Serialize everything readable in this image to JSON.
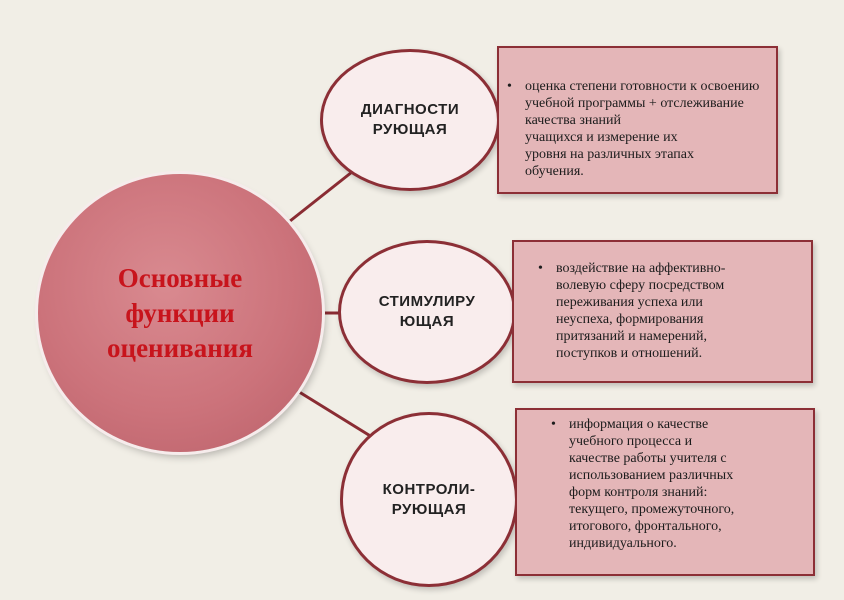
{
  "colors": {
    "background": "#f1eee6",
    "main_circle_fill": "#cc737b",
    "main_title": "#c8141c",
    "small_circle_fill": "#f9eded",
    "border": "#8c2f36",
    "box_fill": "#e4b6b8",
    "connector": "#8a2c33"
  },
  "main": {
    "title": "Основные функции оценивания"
  },
  "functions": [
    {
      "label": "ДИАГНОСТИ\nРУЮЩАЯ",
      "description": "оценка степени готовности к освоению учебной программы + отслеживание качества знаний\nучащихся и  измерение  их\nуровня  на различных этапах\nобучения."
    },
    {
      "label": "СТИМУЛИРУ\nЮЩАЯ",
      "description": "воздействие на аффективно-\nволевую сферу посредством\nпереживания успеха или\nнеуспеха, формирования\nпритязаний и намерений,\nпоступков и отношений."
    },
    {
      "label": "КОНТРОЛИ-\nРУЮЩАЯ",
      "description": "информация о качестве\nучебного процесса  и\nкачестве работы учителя  с\nиспользованием различных\nформ  контроля  знаний:\nтекущего, промежуточного,\nитогового, фронтального,\nиндивидуального."
    }
  ]
}
